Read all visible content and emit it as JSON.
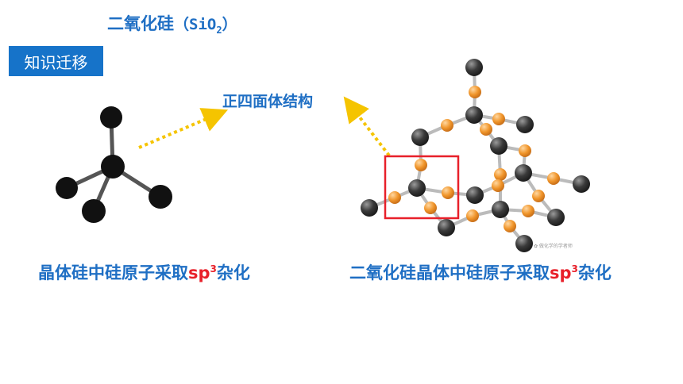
{
  "header": {
    "title_prefix": "二氧化硅",
    "title_formula_open": "（SiO",
    "title_formula_sub": "2",
    "title_formula_close": "）"
  },
  "tag": {
    "label": "知识迁移"
  },
  "center": {
    "label": "正四面体结构"
  },
  "captions": {
    "left_main": "晶体硅中硅原子采取",
    "left_sp": "sp",
    "left_sup": "3",
    "left_tail": "杂化",
    "right_main": "二氧化硅晶体中硅原子采取",
    "right_sp": "sp",
    "right_sup": "3",
    "right_tail": "杂化"
  },
  "watermark": {
    "text": "✿ 做化学的学者师"
  },
  "colors": {
    "accent_blue": "#1f6fc4",
    "tag_blue": "#1673c9",
    "highlight_red": "#e8202a",
    "arrow_yellow": "#f5c400",
    "atom_si": "#3a3a3a",
    "atom_o": "#f0952a"
  }
}
